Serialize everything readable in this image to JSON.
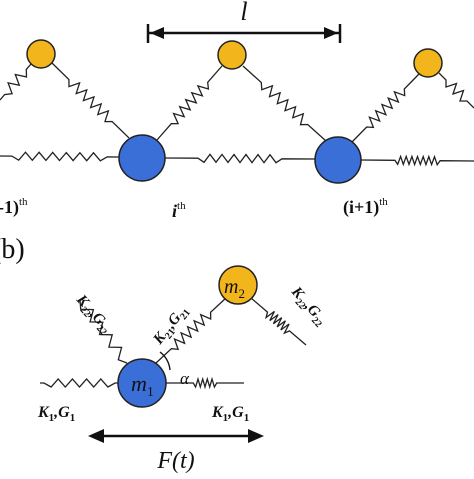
{
  "diagram": {
    "panel_a": {
      "spacing_label": "l",
      "index_labels": {
        "left": "‑1)",
        "left_sup": "th",
        "center": "i",
        "center_sup": "th",
        "right": "(i+1)",
        "right_sup": "th"
      }
    },
    "panel_b": {
      "panel_label": "(b)",
      "m1": "m",
      "m1_sub": "1",
      "m2": "m",
      "m2_sub": "2",
      "left_spring_top": "K",
      "left_spring_top_sub": "22",
      "left_spring_top_g": "G",
      "left_spring_top_g_sub": "22",
      "mid_spring_k": "K",
      "mid_spring_k_sub": "21",
      "mid_spring_g": "G",
      "mid_spring_g_sub": "21",
      "right_spring_top": "K",
      "right_spring_top_sub": "22",
      "right_spring_top_g": "G",
      "right_spring_top_g_sub": "22",
      "angle": "α",
      "base_left_k": "K",
      "base_left_k_sub": "1",
      "base_left_g": "G",
      "base_left_g_sub": "1",
      "base_right_k": "K",
      "base_right_k_sub": "1",
      "base_right_g": "G",
      "base_right_g_sub": "1",
      "force": "F(t)"
    },
    "colors": {
      "big_mass": "#3a6fd8",
      "small_mass": "#f2b51c",
      "line": "#222222"
    }
  }
}
